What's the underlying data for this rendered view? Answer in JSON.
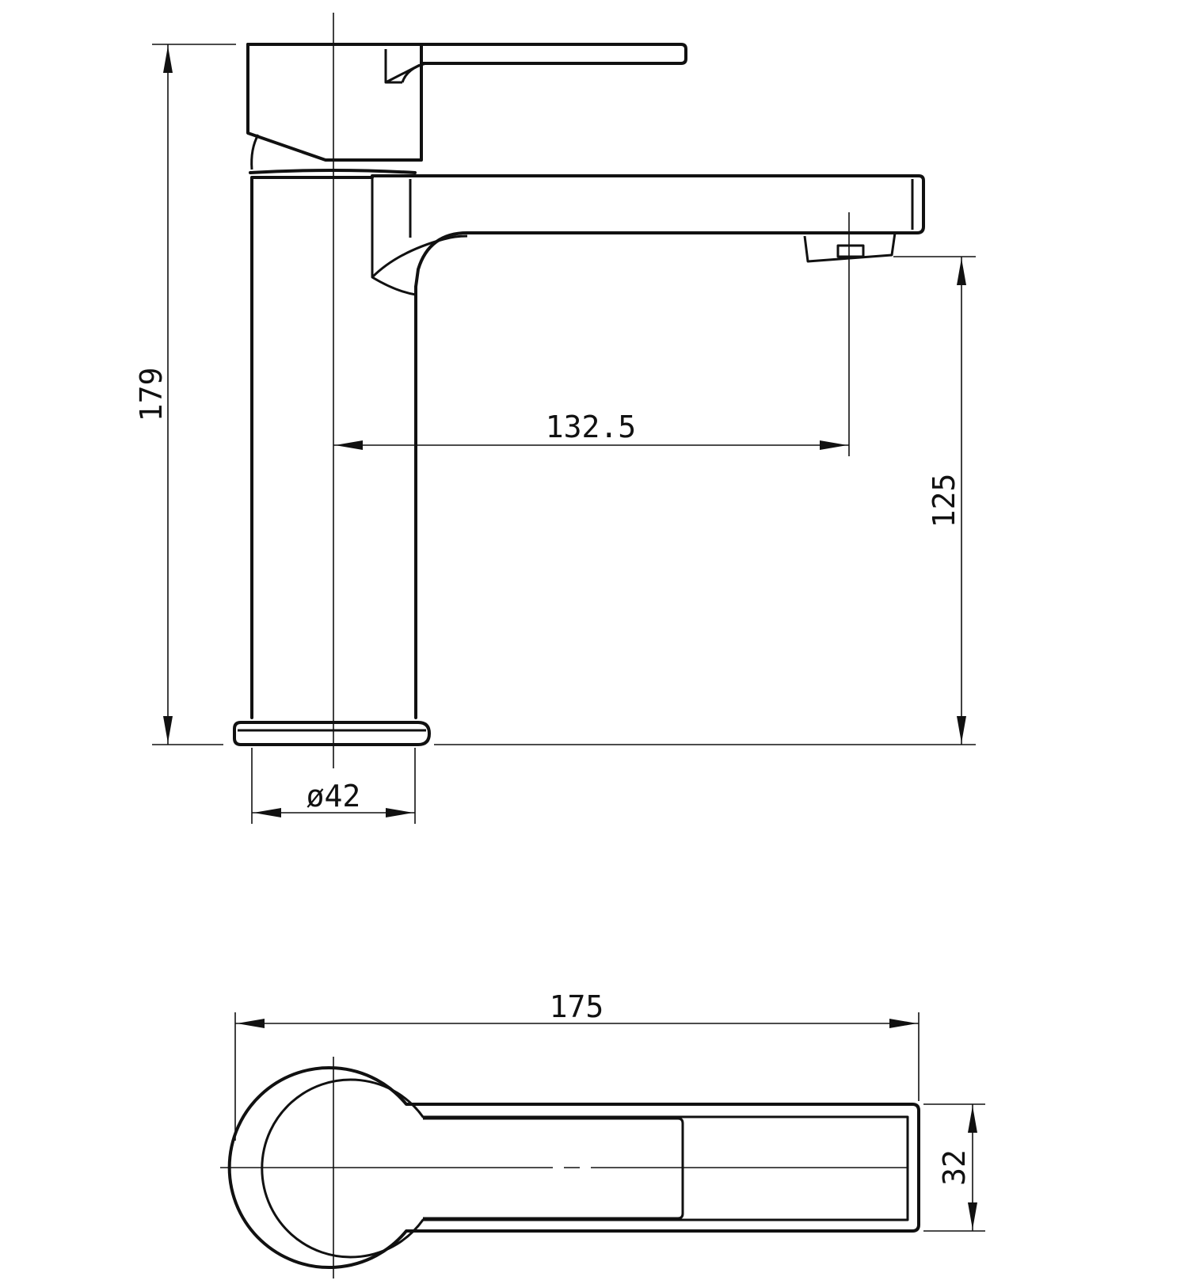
{
  "side_view": {
    "total_height": "179",
    "spout_reach": "132.5",
    "outlet_height": "125",
    "base_diameter": "ø42"
  },
  "top_view": {
    "total_length": "175",
    "spout_width": "32"
  }
}
